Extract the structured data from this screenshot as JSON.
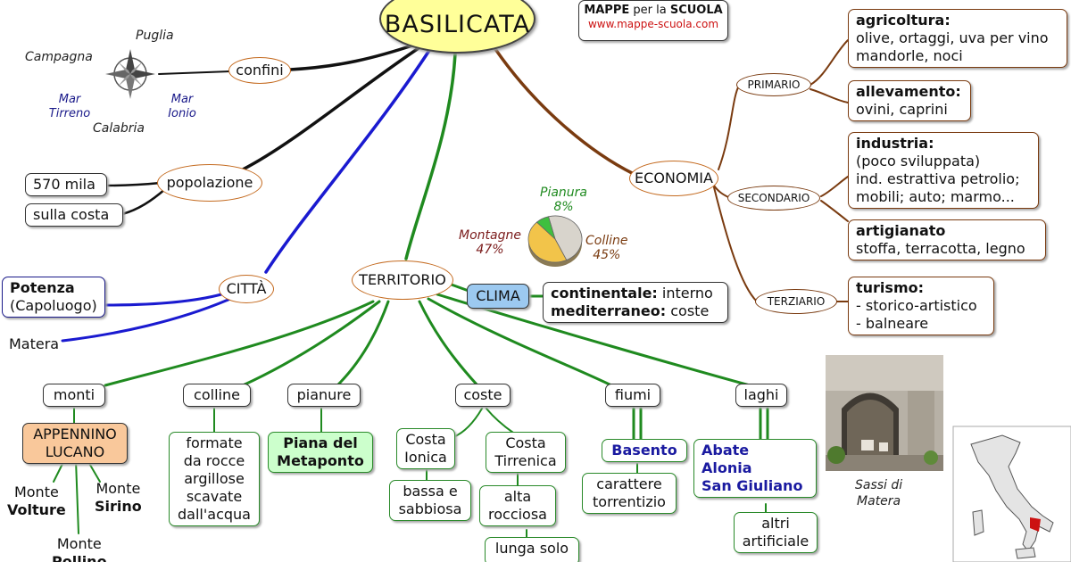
{
  "title": "BASILICATA",
  "brand": {
    "line1_a": "MAPPE",
    "line1_b": " per la ",
    "line1_c": "SCUOLA",
    "url": "www.mappe-scuola.com"
  },
  "confini": {
    "label": "confini",
    "north": "Puglia",
    "west": "Campagna",
    "south": "Calabria",
    "sea_west": "Mar Tirreno",
    "sea_east": "Mar Ionio"
  },
  "popolazione": {
    "label": "popolazione",
    "count": "570 mila",
    "where": "sulla costa"
  },
  "citta": {
    "label": "CITTÀ",
    "capital_name": "Potenza",
    "capital_note": "(Capoluogo)",
    "other": "Matera"
  },
  "economia": {
    "label": "ECONOMIA",
    "primario": {
      "label": "PRIMARIO",
      "agricoltura_title": "agricoltura:",
      "agricoltura_l1": "olive, ortaggi, uva per vino",
      "agricoltura_l2": "mandorle, noci",
      "allevamento_title": "allevamento:",
      "allevamento_l1": "ovini, caprini"
    },
    "secondario": {
      "label": "SECONDARIO",
      "industria_title": "industria:",
      "industria_l1": "(poco sviluppata)",
      "industria_l2": "ind. estrattiva petrolio;",
      "industria_l3": "mobili; auto; marmo...",
      "artigianato_title": "artigianato",
      "artigianato_l1": "stoffa, terracotta, legno"
    },
    "terziario": {
      "label": "TERZIARIO",
      "turismo_title": "turismo:",
      "turismo_l1": "- storico-artistico",
      "turismo_l2": "- balneare"
    }
  },
  "territorio": {
    "label": "TERRITORIO",
    "clima": {
      "label": "CLIMA",
      "cont_b": "continentale:",
      "cont_t": " interno",
      "med_b": "mediterraneo:",
      "med_t": " coste"
    },
    "monti": {
      "label": "monti",
      "range_l1": "APPENNINO",
      "range_l2": "LUCANO",
      "m1_a": "Monte",
      "m1_b": "Volture",
      "m2_a": "Monte",
      "m2_b": "Sirino",
      "m3_a": "Monte",
      "m3_b": "Pollino"
    },
    "colline": {
      "label": "colline",
      "d1": "formate",
      "d2": "da rocce",
      "d3": "argillose",
      "d4": "scavate",
      "d5": "dall'acqua"
    },
    "pianure": {
      "label": "pianure",
      "p1": "Piana del",
      "p2": "Metaponto"
    },
    "coste": {
      "label": "coste",
      "ionica_1": "Costa",
      "ionica_2": "Ionica",
      "ionica_d1": "bassa e",
      "ionica_d2": "sabbiosa",
      "tirr_1": "Costa",
      "tirr_2": "Tirrenica",
      "tirr_d1": "alta",
      "tirr_d2": "rocciosa",
      "tirr_d3": "lunga solo"
    },
    "fiumi": {
      "label": "fiumi",
      "name": "Basento",
      "d1": "carattere",
      "d2": "torrentizio"
    },
    "laghi": {
      "label": "laghi",
      "n1": "Abate",
      "n2": "Alonia",
      "n3": "San Giuliano",
      "d1": "altri",
      "d2": "artificiale"
    }
  },
  "photo_caption_1": "Sassi di",
  "photo_caption_2": "Matera",
  "chart_data": {
    "type": "pie",
    "categories": [
      "Montagne",
      "Colline",
      "Pianura"
    ],
    "values": [
      47,
      45,
      8
    ],
    "value_labels": [
      "47%",
      "45%",
      "8%"
    ],
    "colors": [
      "#d8d4cc",
      "#f2c44a",
      "#3fbf3f"
    ]
  },
  "colors": {
    "title_fill": "#ffff99",
    "clima_fill": "#9cc9f0",
    "appennino_fill": "#f9c89b",
    "piana_fill": "#ccffcc",
    "line_brown": "#7a3b10",
    "line_green": "#1f8a1f",
    "line_blue": "#1a1ad0",
    "line_black": "#111111"
  }
}
